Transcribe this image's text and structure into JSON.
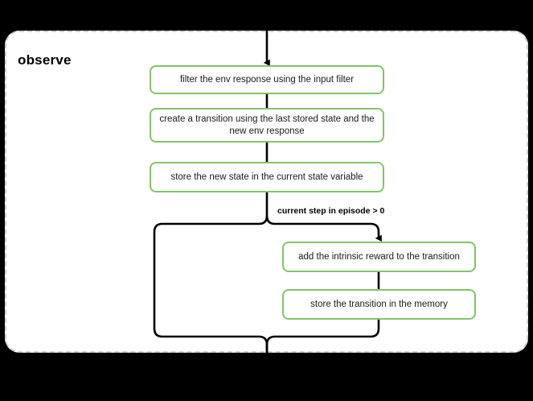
{
  "diagram": {
    "type": "flowchart",
    "background_color": "#000000",
    "direction": "top-to-bottom",
    "container": {
      "title": "observe",
      "border_style": "dashed",
      "border_color": "#cfcfcf",
      "fill_color": "#ffffff"
    },
    "node_style": {
      "border_color": "#85c368",
      "fill_color": "#ffffff",
      "text_color": "#1a1a1a"
    },
    "nodes": [
      {
        "id": "filter",
        "label": "filter the env response using the input filter"
      },
      {
        "id": "create",
        "label": "create a transition using the last stored state and the new env response"
      },
      {
        "id": "store_state",
        "label": "store the new state in the current state variable"
      },
      {
        "id": "add_reward",
        "label": "add the intrinsic reward to the transition"
      },
      {
        "id": "store_trans",
        "label": "store the transition in the memory"
      }
    ],
    "edges": [
      {
        "from": "entry",
        "to": "filter",
        "label": ""
      },
      {
        "from": "filter",
        "to": "create",
        "label": ""
      },
      {
        "from": "create",
        "to": "store_state",
        "label": ""
      },
      {
        "from": "store_state",
        "to": "add_reward",
        "label": "current step in episode > 0"
      },
      {
        "from": "store_state",
        "to": "exit",
        "label": ""
      },
      {
        "from": "add_reward",
        "to": "store_trans",
        "label": ""
      },
      {
        "from": "store_trans",
        "to": "exit",
        "label": ""
      }
    ],
    "labels": {
      "condition": "current step in episode > 0"
    }
  }
}
